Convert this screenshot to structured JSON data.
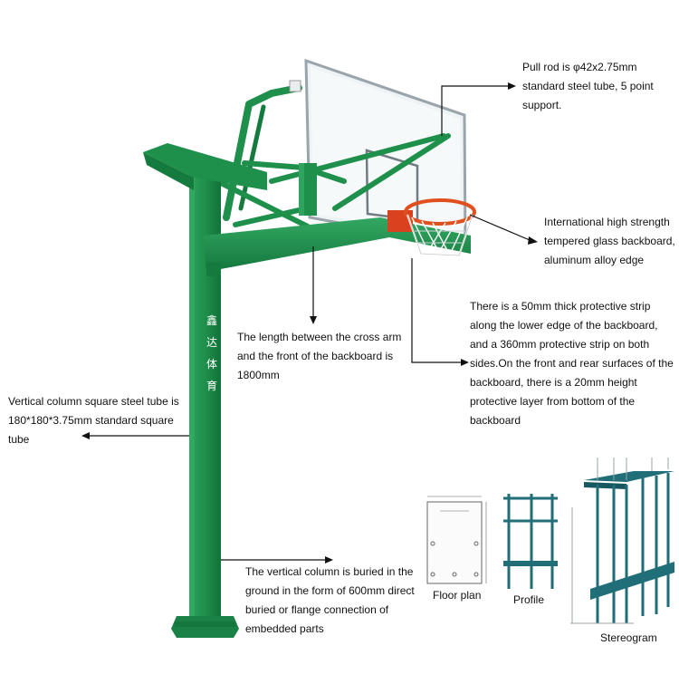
{
  "brand_vertical_chars": [
    "鑫",
    "达",
    "体",
    "育"
  ],
  "callouts": {
    "pull_rod": {
      "lines": [
        "Pull rod is φ42x2.75mm",
        "standard steel tube, 5 point",
        "support."
      ]
    },
    "backboard_glass": {
      "lines": [
        "International high strength",
        "tempered glass backboard,",
        "aluminum alloy edge"
      ]
    },
    "protective_strip": {
      "lines": [
        "There is a 50mm thick protective strip",
        "along the lower edge of the backboard,",
        "and a 360mm protective strip on both",
        "sides.On the front and rear surfaces of the",
        "backboard, there is a 20mm height",
        "protective layer from bottom of the",
        "backboard"
      ]
    },
    "cross_arm_length": {
      "lines": [
        "The length between the cross arm",
        "and the front of the backboard is",
        "1800mm"
      ]
    },
    "column_tube": {
      "lines": [
        "Vertical column square steel tube is",
        "180*180*3.75mm standard square",
        "tube"
      ]
    },
    "buried_column": {
      "lines": [
        "The vertical column is buried in the",
        "ground in the form of 600mm direct",
        "buried or flange connection of",
        "embedded parts"
      ]
    }
  },
  "technical_views": {
    "floor_plan": "Floor plan",
    "profile": "Profile",
    "stereogram": "Stereogram"
  },
  "colors": {
    "pole_green": "#1f8f4c",
    "pole_dark": "#147a3e",
    "rim_red": "#d9411f",
    "backboard_glass": "#f2f5f7",
    "cad_teal": "#1f6e78"
  }
}
